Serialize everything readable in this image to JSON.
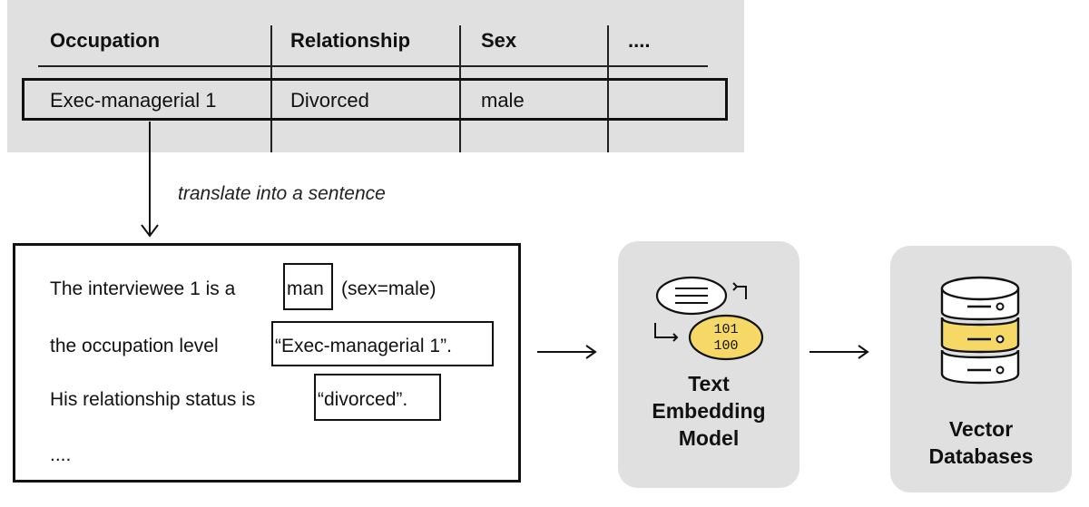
{
  "table": {
    "headers": [
      "Occupation",
      "Relationship",
      "Sex",
      "...."
    ],
    "row": [
      "Exec-managerial 1",
      "Divorced",
      "male",
      ""
    ]
  },
  "caption": "translate into a sentence",
  "sentences": {
    "line1_pre": "The interviewee 1 is a",
    "line1_highlight": "man",
    "line1_post": "(sex=male)",
    "line2_pre": "the occupation level",
    "line2_highlight": "“Exec-managerial 1”.",
    "line3_pre": "His relationship status is",
    "line3_highlight": "“divorced”.",
    "line4": "...."
  },
  "model": {
    "title": "Text Embedding Model",
    "title_lines": [
      "Text",
      "Embedding",
      "Model"
    ],
    "binary_top": "101",
    "binary_bottom": "100",
    "icon": "text-to-binary-icon"
  },
  "database": {
    "title_lines": [
      "Vector",
      "Databases"
    ],
    "icon": "database-stack-icon"
  },
  "colors": {
    "panel_gray": "#e0e0e0",
    "accent_yellow": "#f6d867",
    "outline": "#111111"
  }
}
